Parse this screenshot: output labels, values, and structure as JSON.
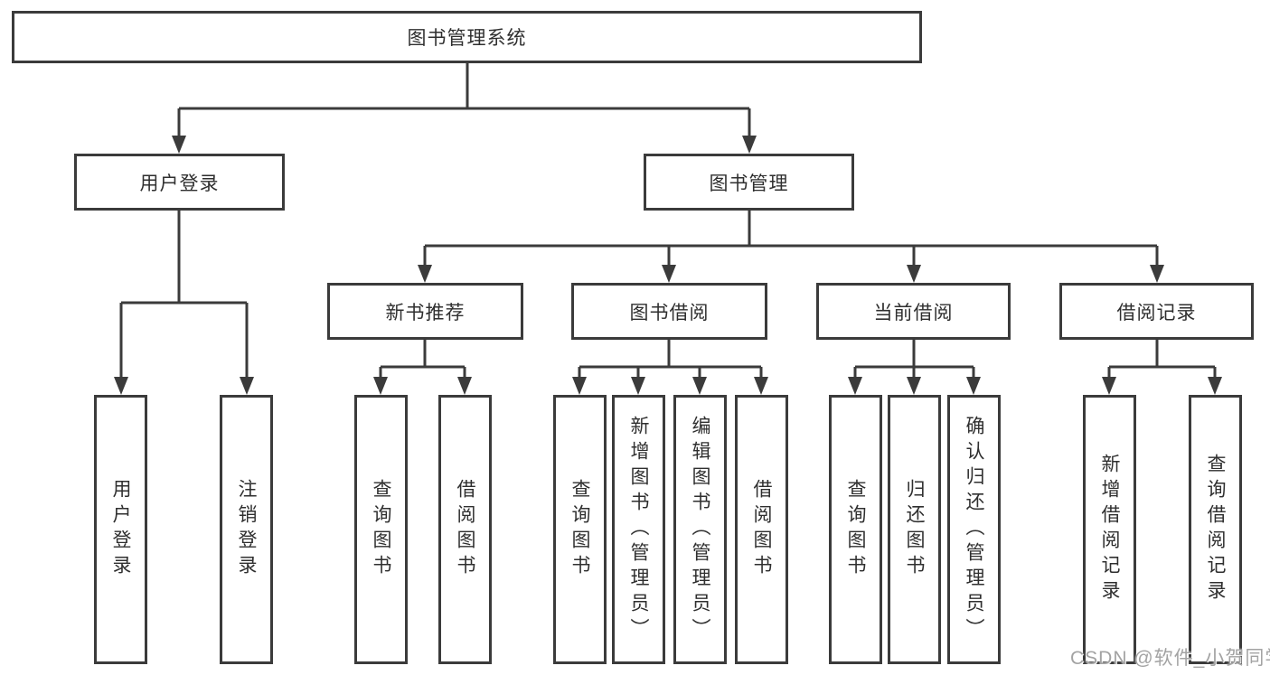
{
  "root": {
    "label": "图书管理系统"
  },
  "branches": [
    {
      "label": "用户登录"
    },
    {
      "label": "图书管理"
    }
  ],
  "modules": [
    {
      "label": "新书推荐"
    },
    {
      "label": "图书借阅"
    },
    {
      "label": "当前借阅"
    },
    {
      "label": "借阅记录"
    }
  ],
  "leaves": [
    {
      "label": "用户登录"
    },
    {
      "label": "注销登录"
    },
    {
      "label": "查询图书"
    },
    {
      "label": "借阅图书"
    },
    {
      "label": "查询图书"
    },
    {
      "label": "新增图书（管理员）"
    },
    {
      "label": "编辑图书（管理员）"
    },
    {
      "label": "借阅图书"
    },
    {
      "label": "查询图书"
    },
    {
      "label": "归还图书"
    },
    {
      "label": "确认归还（管理员）"
    },
    {
      "label": "新增借阅记录"
    },
    {
      "label": "查询借阅记录"
    }
  ],
  "watermark": "CSDN @软件_小贺同学",
  "colors": {
    "line": "#3b3b3b",
    "text": "#2f2f2f",
    "watermark": "#a3a3a3",
    "background": "#ffffff"
  }
}
